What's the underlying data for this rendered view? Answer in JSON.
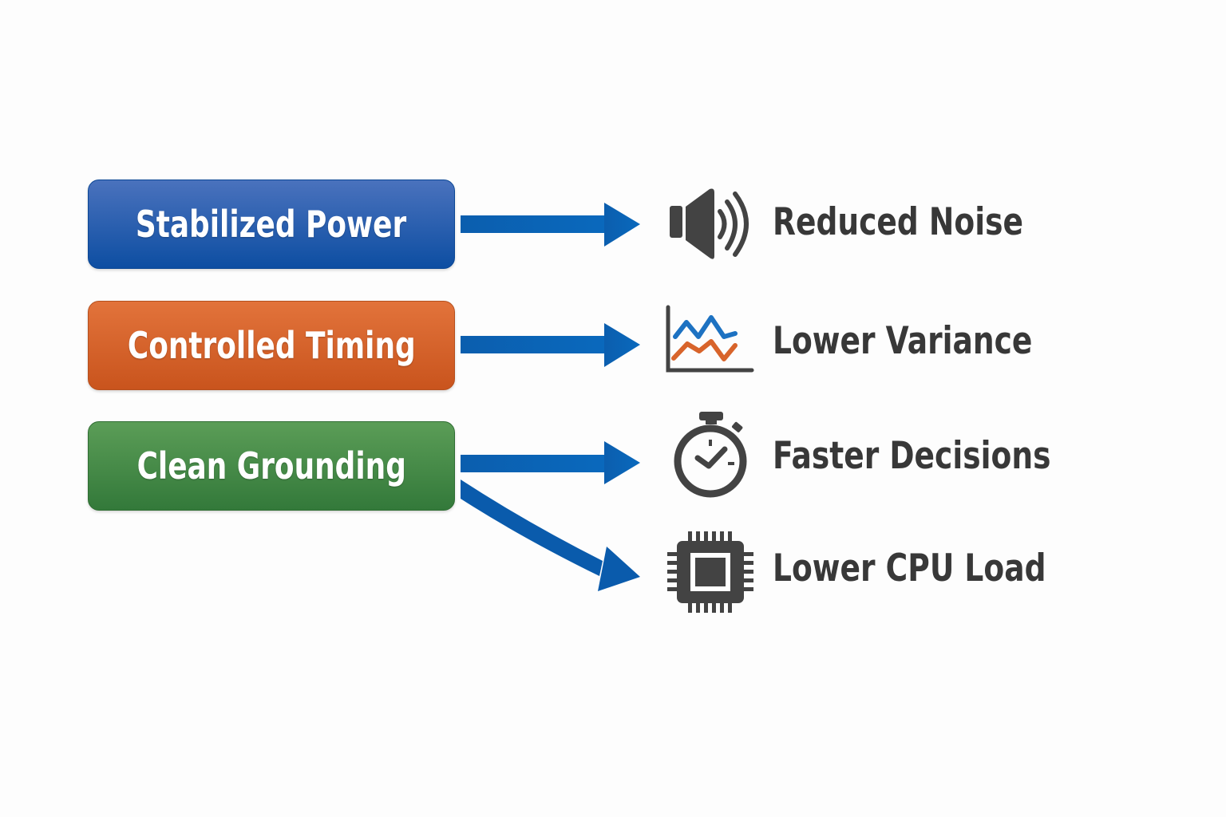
{
  "diagram": {
    "causes": [
      {
        "label": "Stabilized Power",
        "color": "#1e5fb0"
      },
      {
        "label": "Controlled Timing",
        "color": "#d8642b"
      },
      {
        "label": "Clean Grounding",
        "color": "#468b46"
      }
    ],
    "effects": [
      {
        "label": "Reduced Noise",
        "icon": "speaker-icon"
      },
      {
        "label": "Lower Variance",
        "icon": "line-chart-icon"
      },
      {
        "label": "Faster Decisions",
        "icon": "stopwatch-icon"
      },
      {
        "label": "Lower CPU Load",
        "icon": "cpu-chip-icon"
      }
    ],
    "connections": [
      {
        "from": "Stabilized Power",
        "to": "Reduced Noise"
      },
      {
        "from": "Controlled Timing",
        "to": "Lower Variance"
      },
      {
        "from": "Clean Grounding",
        "to": "Faster Decisions"
      },
      {
        "from": "Clean Grounding",
        "to": "Lower CPU Load"
      }
    ],
    "arrow_color": "#0a62b4",
    "text_color": "#383838"
  }
}
